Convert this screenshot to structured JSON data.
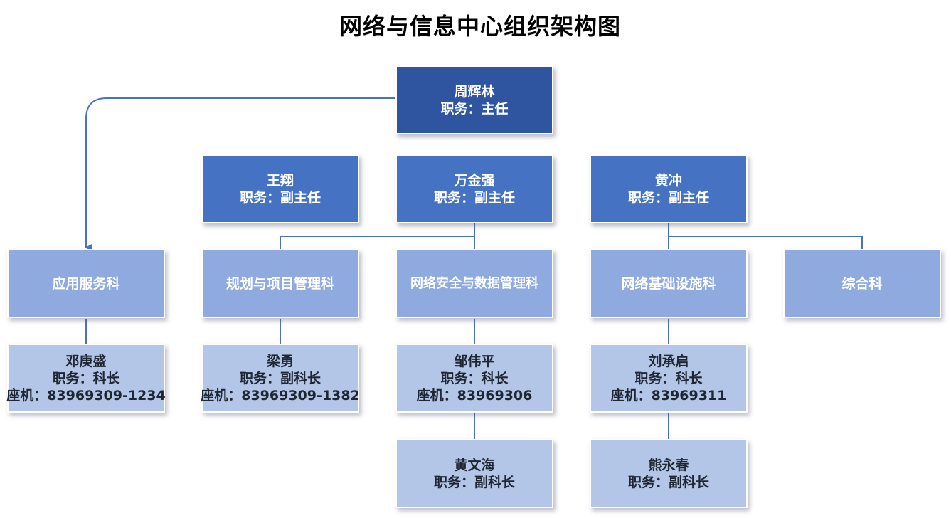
{
  "title": "网络与信息中心组织架构图",
  "colors": {
    "director": "#2f54a0",
    "deputy": "#4672c4",
    "department": "#8eaadf",
    "staff": "#b4c6e7",
    "connector": "#4a72c4"
  },
  "director": {
    "name": "周辉林",
    "position": "职务：主任"
  },
  "deputies": [
    {
      "name": "王翔",
      "position": "职务：副主任"
    },
    {
      "name": "万金强",
      "position": "职务：副主任"
    },
    {
      "name": "黄冲",
      "position": "职务：副主任"
    }
  ],
  "departments": [
    {
      "name": "应用服务科"
    },
    {
      "name": "规划与项目管理科"
    },
    {
      "name": "网络安全与数据管理科"
    },
    {
      "name": "网络基础设施科"
    },
    {
      "name": "综合科"
    }
  ],
  "staff": {
    "deng": {
      "name": "邓庚盛",
      "position": "职务：科长",
      "phone": "座机：83969309-1234"
    },
    "liang": {
      "name": "梁勇",
      "position": "职务：副科长",
      "phone": "座机：83969309-1382"
    },
    "zou": {
      "name": "邹伟平",
      "position": "职务：科长",
      "phone": "座机：83969306"
    },
    "liu": {
      "name": "刘承启",
      "position": "职务：科长",
      "phone": "座机：83969311"
    },
    "huang": {
      "name": "黄文海",
      "position": "职务：副科长"
    },
    "xiong": {
      "name": "熊永春",
      "position": "职务：副科长"
    }
  }
}
